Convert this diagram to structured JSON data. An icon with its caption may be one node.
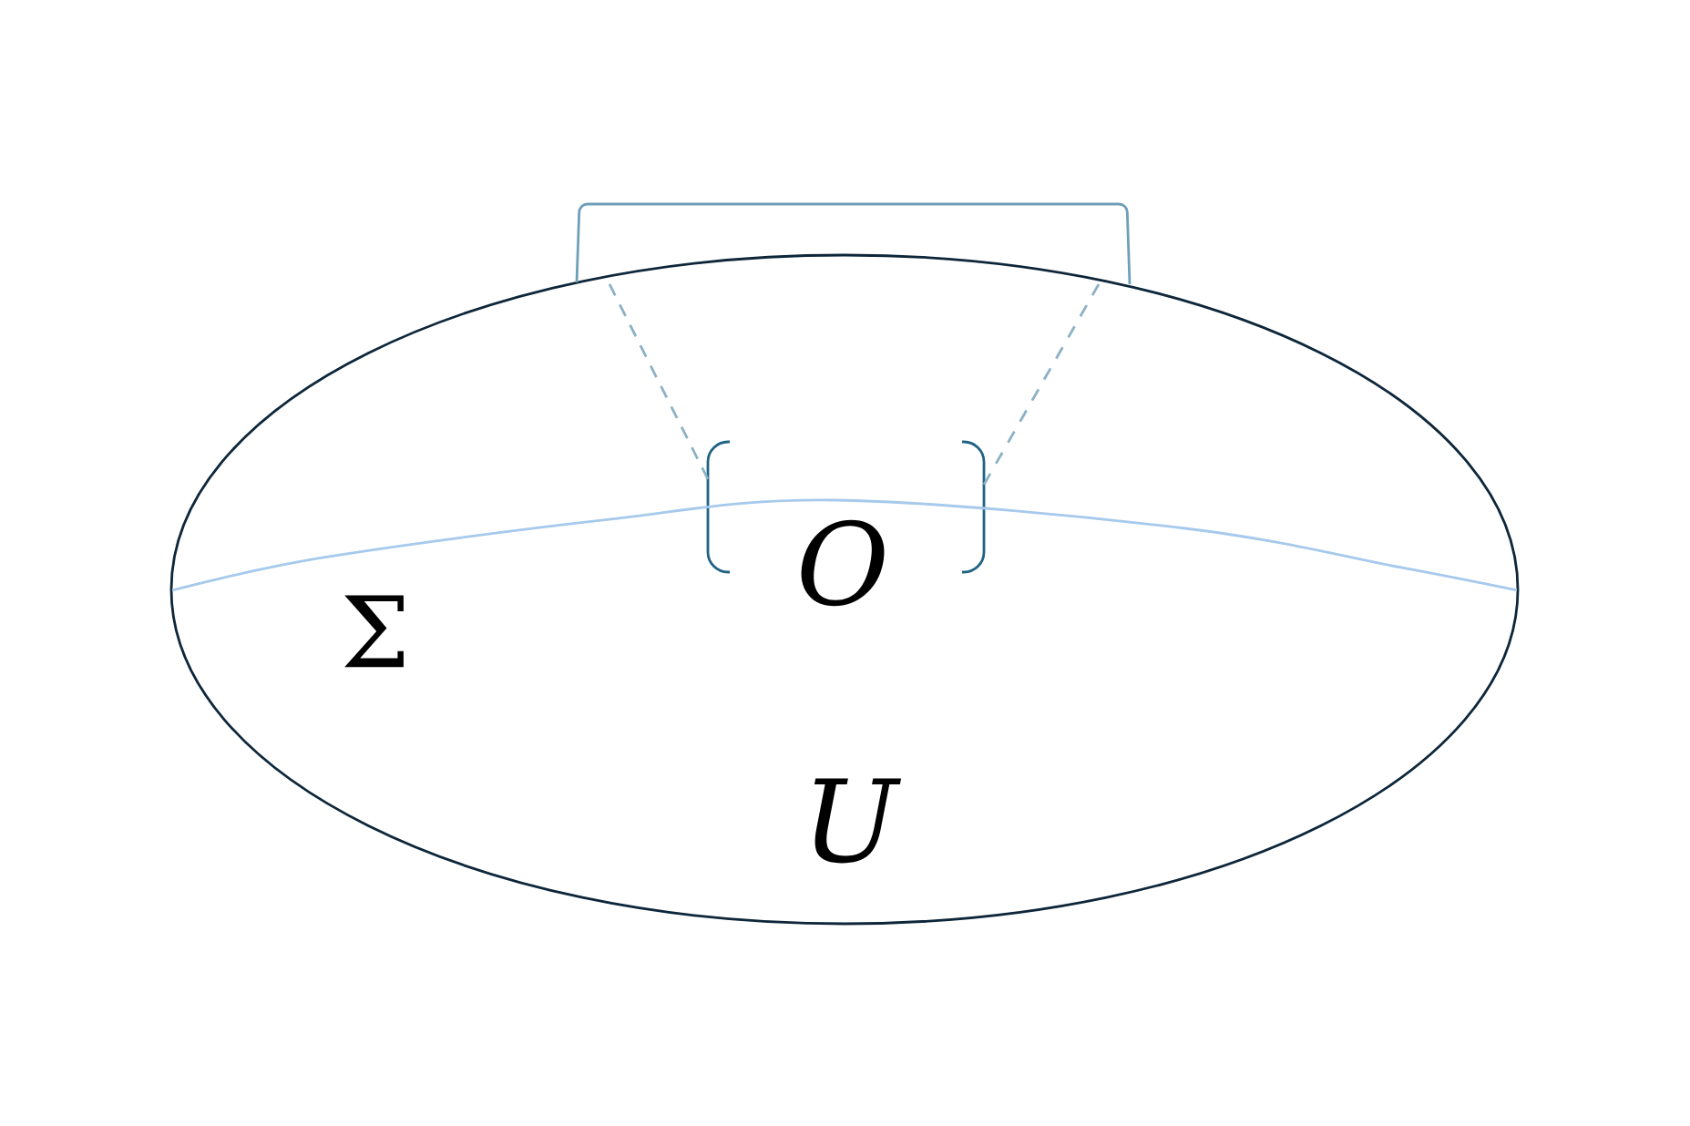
{
  "diagram": {
    "nodes": [
      {
        "text": [
          "U"
        ]
      },
      {
        "text": [
          "O"
        ],
        "in": 0
      },
      {
        "text": [],
        "shape": "bracket"
      }
    ],
    "edges": [
      {
        "from": 1,
        "to": 2,
        "arrow": "none",
        "style": "dashed"
      },
      {
        "from": 1,
        "to": 2,
        "arrow": "none",
        "style": "dashed"
      }
    ],
    "labels": [
      "Σ"
    ]
  }
}
